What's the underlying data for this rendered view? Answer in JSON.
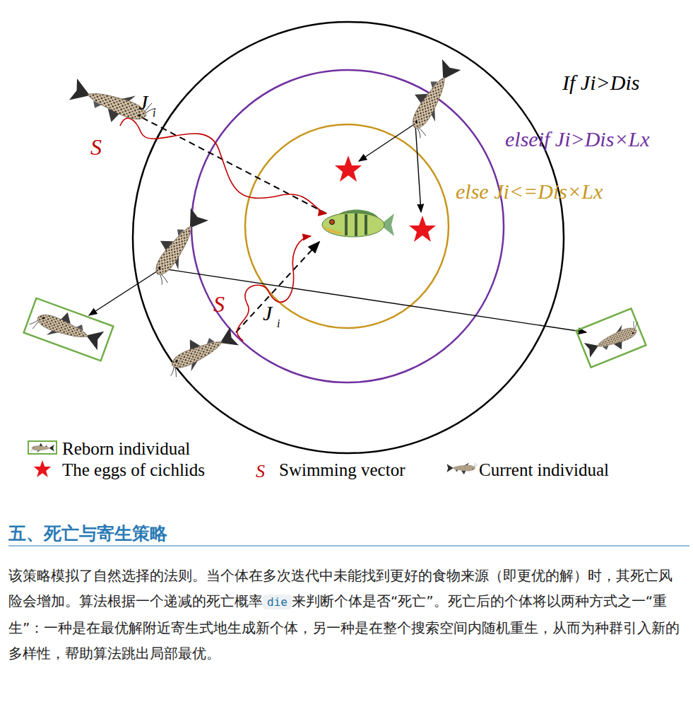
{
  "diagram": {
    "title": "五、死亡与寄生策略",
    "labels": [
      "If Ji>Dis",
      "elseif Ji>Dis×Lx",
      "else Ji<=Dis×Lx",
      "J",
      "i",
      "S",
      "J",
      "i",
      "S",
      "S",
      "该策略模拟了自然选择的法则。当个体在多次迭代中未能找到更好的食物来源（即更优的解）时，其死亡风险会增加。算法根据一个递减的死亡概率",
      "die",
      "来判断个体是否“死亡”。死亡后的个体将以两种方式之一“重生”：一种是在最优解附近寄生式地生成新个体，另一种是在整个搜索空间内随机重生，从而为种群引入新的多样性，帮助算法跳出局部最优。"
    ],
    "legend": [
      {
        "text": "Reborn individual"
      },
      {
        "text": "The eggs of cichlids"
      },
      {
        "text": "Swimming vector"
      },
      {
        "text": "Current individual"
      }
    ]
  }
}
